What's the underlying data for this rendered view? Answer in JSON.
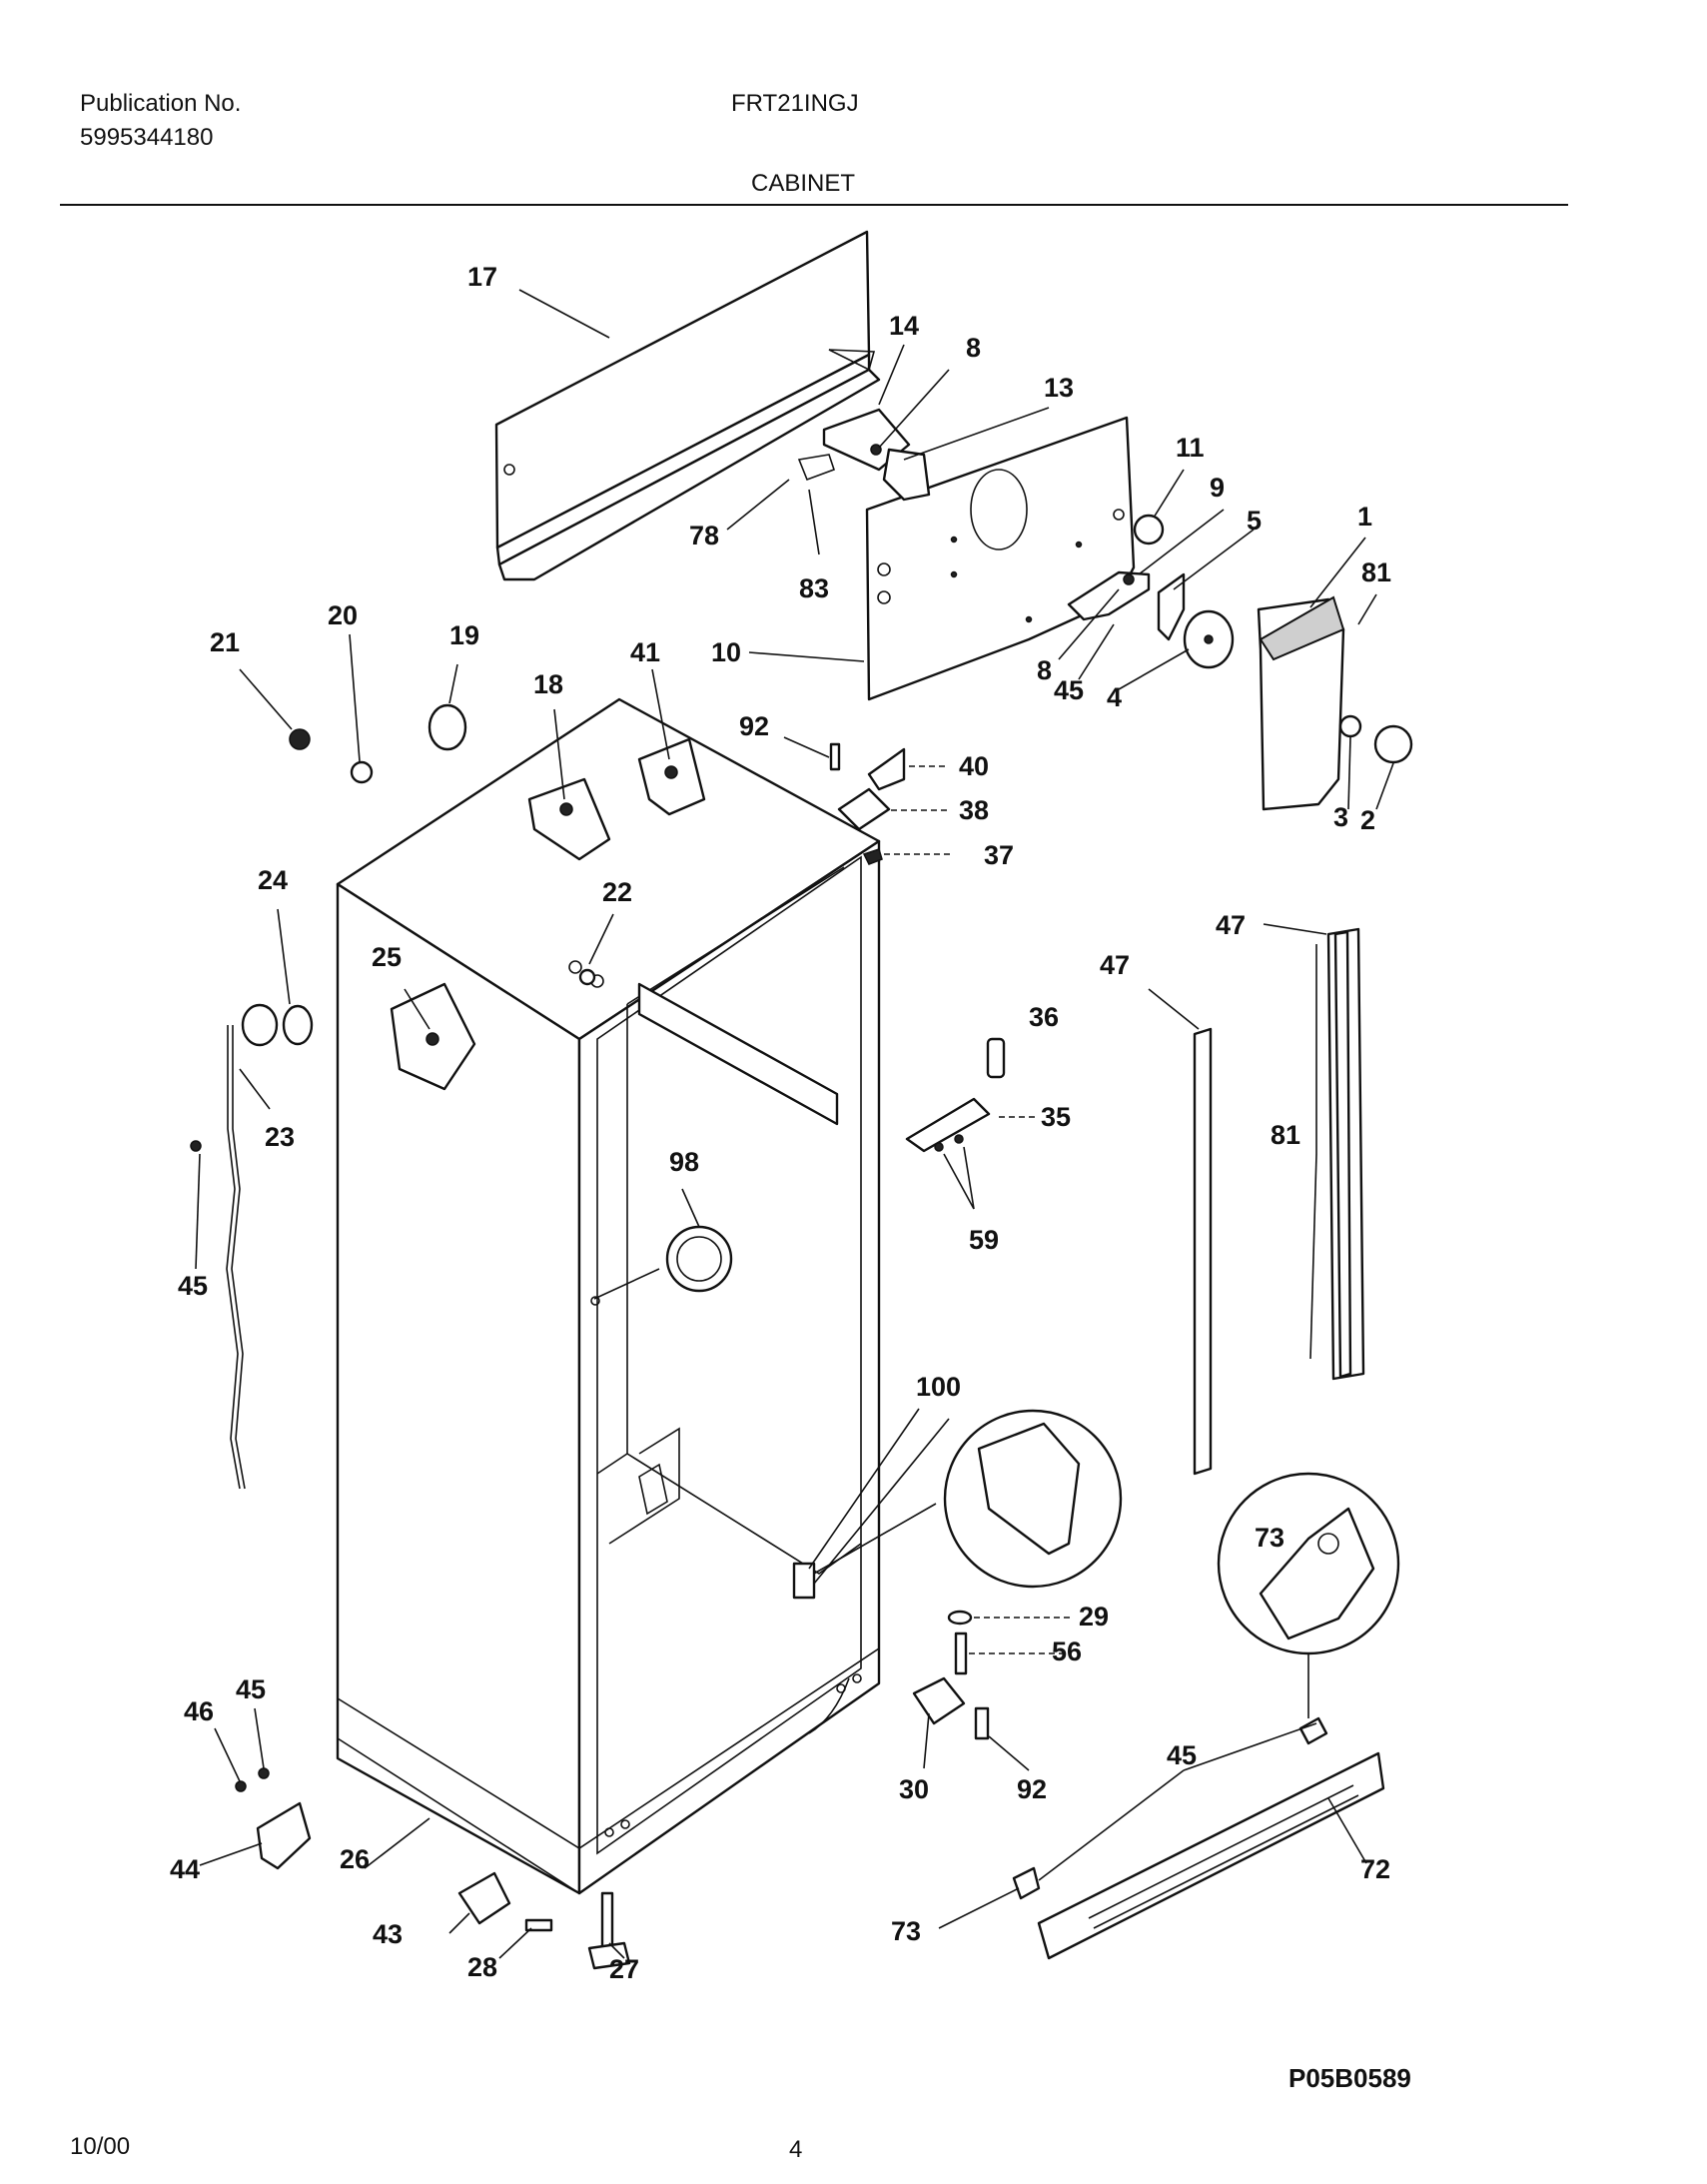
{
  "header": {
    "publication_label": "Publication No.",
    "publication_number": "5995344180",
    "model": "FRT21INGJ",
    "section_title": "CABINET"
  },
  "diagram": {
    "part_labels": {
      "p17": "17",
      "p14": "14",
      "p8a": "8",
      "p13": "13",
      "p11": "11",
      "p9": "9",
      "p5": "5",
      "p1": "1",
      "p81a": "81",
      "p78": "78",
      "p83": "83",
      "p10": "10",
      "p8b": "8",
      "p45a": "45",
      "p4": "4",
      "p3": "3",
      "p2": "2",
      "p21": "21",
      "p20": "20",
      "p19": "19",
      "p18": "18",
      "p41": "41",
      "p92a": "92",
      "p40": "40",
      "p38": "38",
      "p37": "37",
      "p24": "24",
      "p22": "22",
      "p25": "25",
      "p47a": "47",
      "p47b": "47",
      "p36": "36",
      "p23": "23",
      "p35": "35",
      "p81b": "81",
      "p98": "98",
      "p59": "59",
      "p45b": "45",
      "p100": "100",
      "p73a": "73",
      "p29": "29",
      "p56": "56",
      "p45c": "45",
      "p46": "46",
      "p30": "30",
      "p92b": "92",
      "p45d": "45",
      "p44": "44",
      "p26": "26",
      "p72": "72",
      "p43": "43",
      "p28": "28",
      "p27": "27",
      "p73b": "73"
    }
  },
  "footer": {
    "diagram_code": "P05B0589",
    "date": "10/00",
    "page_number": "4"
  }
}
